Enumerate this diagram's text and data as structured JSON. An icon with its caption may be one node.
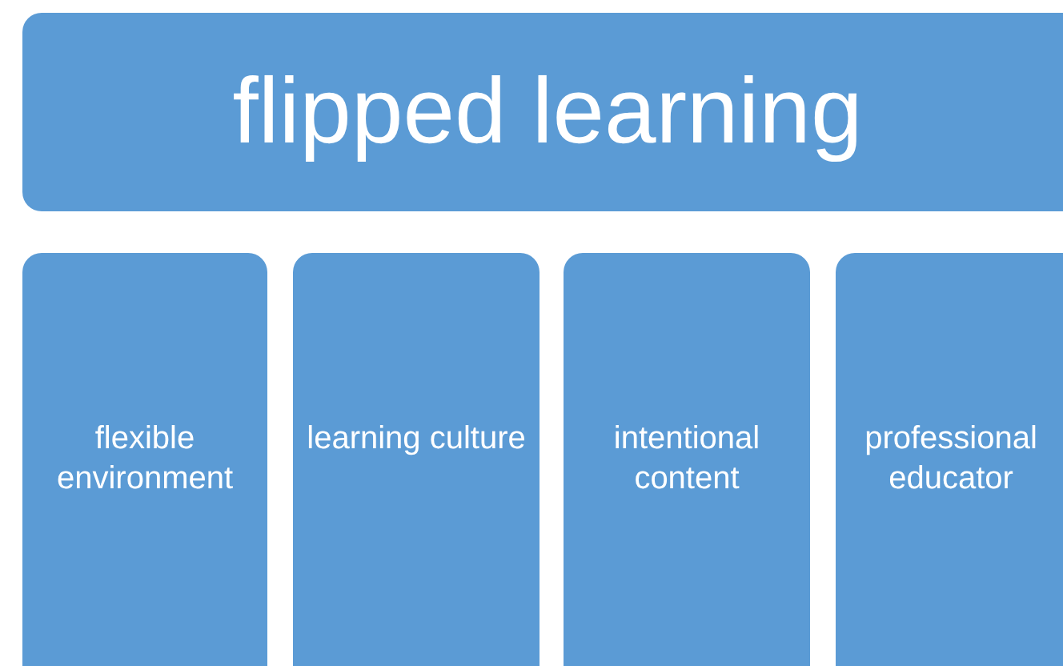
{
  "diagram": {
    "nodes": [
      {
        "text": [
          "flipped learning"
        ]
      },
      {
        "text": [
          "flexible environment"
        ]
      },
      {
        "text": [
          "learning culture"
        ]
      },
      {
        "text": [
          "intentional content"
        ]
      },
      {
        "text": [
          "professional educator"
        ]
      }
    ]
  }
}
